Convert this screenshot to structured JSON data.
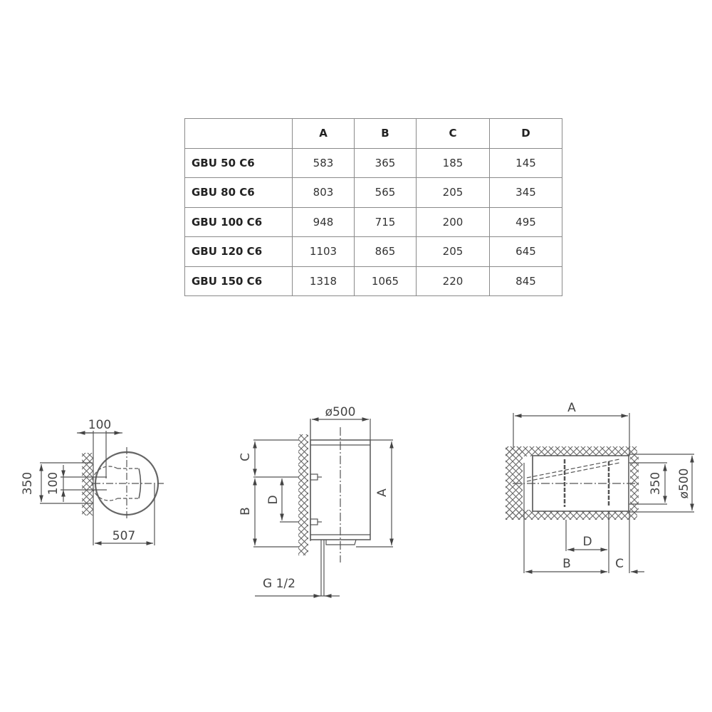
{
  "table": {
    "headers": [
      "",
      "A",
      "B",
      "C",
      "D"
    ],
    "rows": [
      {
        "model": "GBU 50 C6",
        "A": "583",
        "B": "365",
        "C": "185",
        "D": "145"
      },
      {
        "model": "GBU 80 C6",
        "A": "803",
        "B": "565",
        "C": "205",
        "D": "345"
      },
      {
        "model": "GBU 100 C6",
        "A": "948",
        "B": "715",
        "C": "200",
        "D": "495"
      },
      {
        "model": "GBU 120 C6",
        "A": "1103",
        "B": "865",
        "C": "205",
        "D": "645"
      },
      {
        "model": "GBU 150 C6",
        "A": "1318",
        "B": "1065",
        "C": "220",
        "D": "845"
      }
    ]
  },
  "drawings": {
    "top_view": {
      "bracket_offset": "100",
      "height": "350",
      "inner_spacing": "100",
      "depth": "507"
    },
    "side_view": {
      "diameter": "ø500",
      "label_a": "A",
      "label_b": "B",
      "label_c": "C",
      "label_d": "D",
      "connection": "G 1/2"
    },
    "horizontal_view": {
      "label_a": "A",
      "label_b": "B",
      "label_c": "C",
      "label_d": "D",
      "height": "350",
      "diameter": "ø500"
    }
  },
  "colors": {
    "line": "#555555",
    "border": "#8a8a8a"
  }
}
